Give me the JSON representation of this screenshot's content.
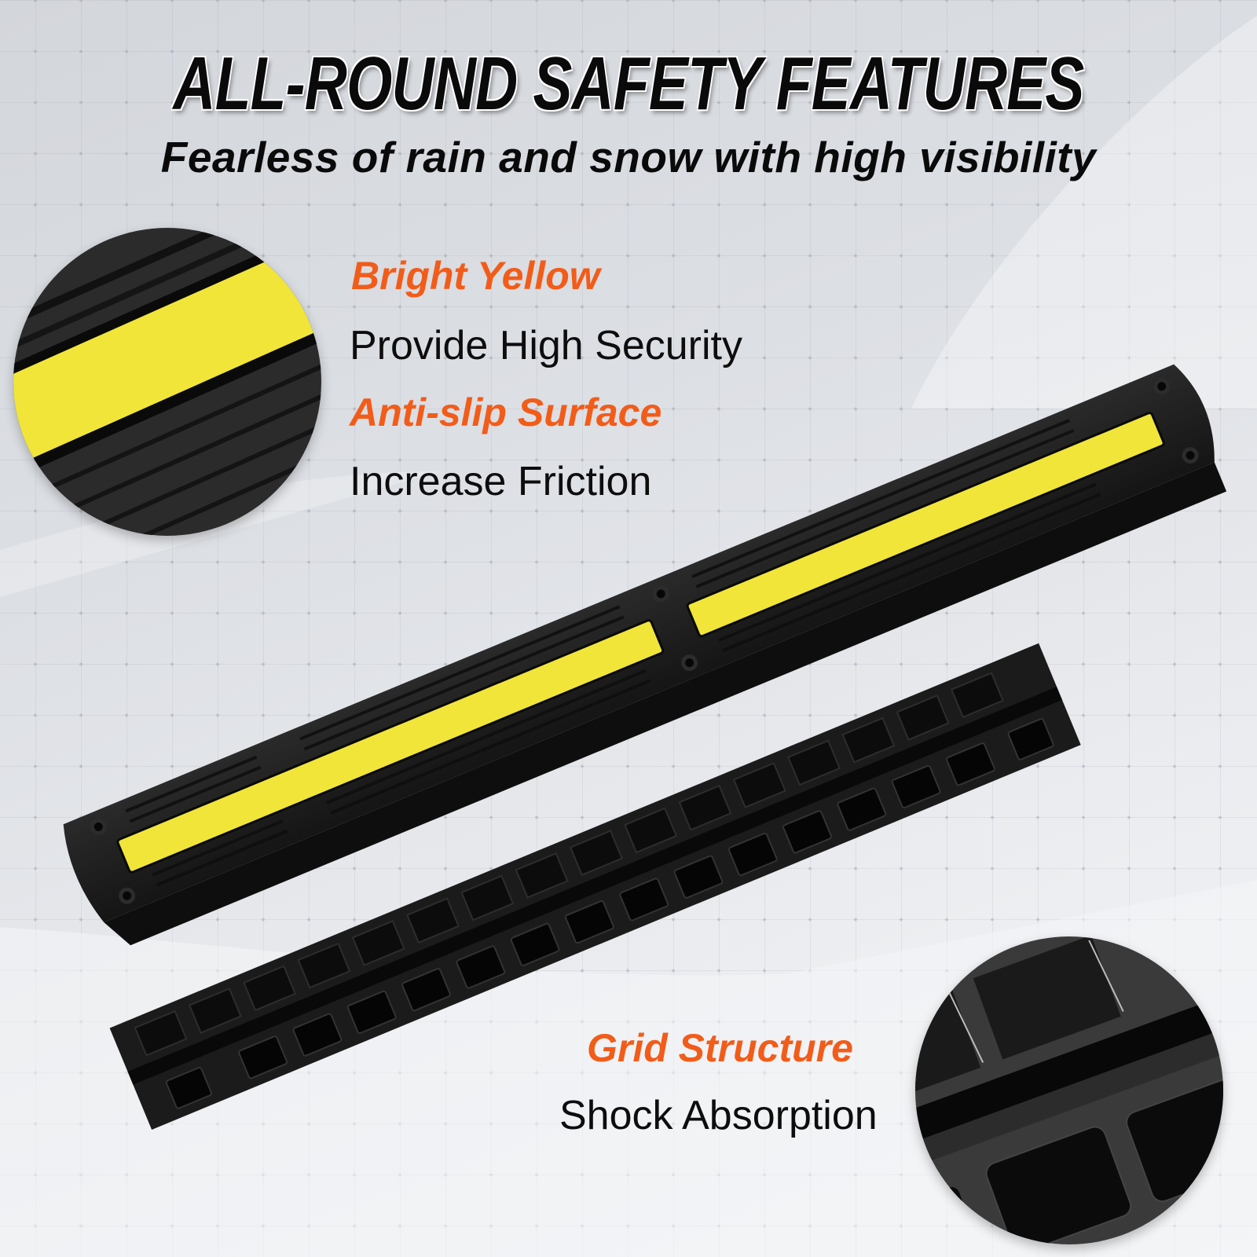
{
  "header": {
    "title": "ALL-ROUND SAFETY FEATURES",
    "subtitle": "Fearless of rain and snow with high visibility"
  },
  "features": [
    {
      "heading": "Bright Yellow",
      "description": "Provide High Security"
    },
    {
      "heading": "Anti-slip Surface",
      "description": "Increase Friction"
    },
    {
      "heading": "Grid Structure",
      "description": "Shock Absorption"
    }
  ],
  "detail_circles": [
    {
      "subject": "yellow-stripe-closeup"
    },
    {
      "subject": "grid-underside-closeup"
    }
  ],
  "product": {
    "top_view": "cable-protector-ramp-top-yellow-stripes",
    "bottom_view": "cable-protector-ramp-underside-grid"
  },
  "colors": {
    "accent_orange": "#f25c19",
    "stripe_yellow": "#f1e53a",
    "rubber_black": "#1c1c1c",
    "text_black": "#0a0a0a",
    "background": "#e2e4e8"
  }
}
